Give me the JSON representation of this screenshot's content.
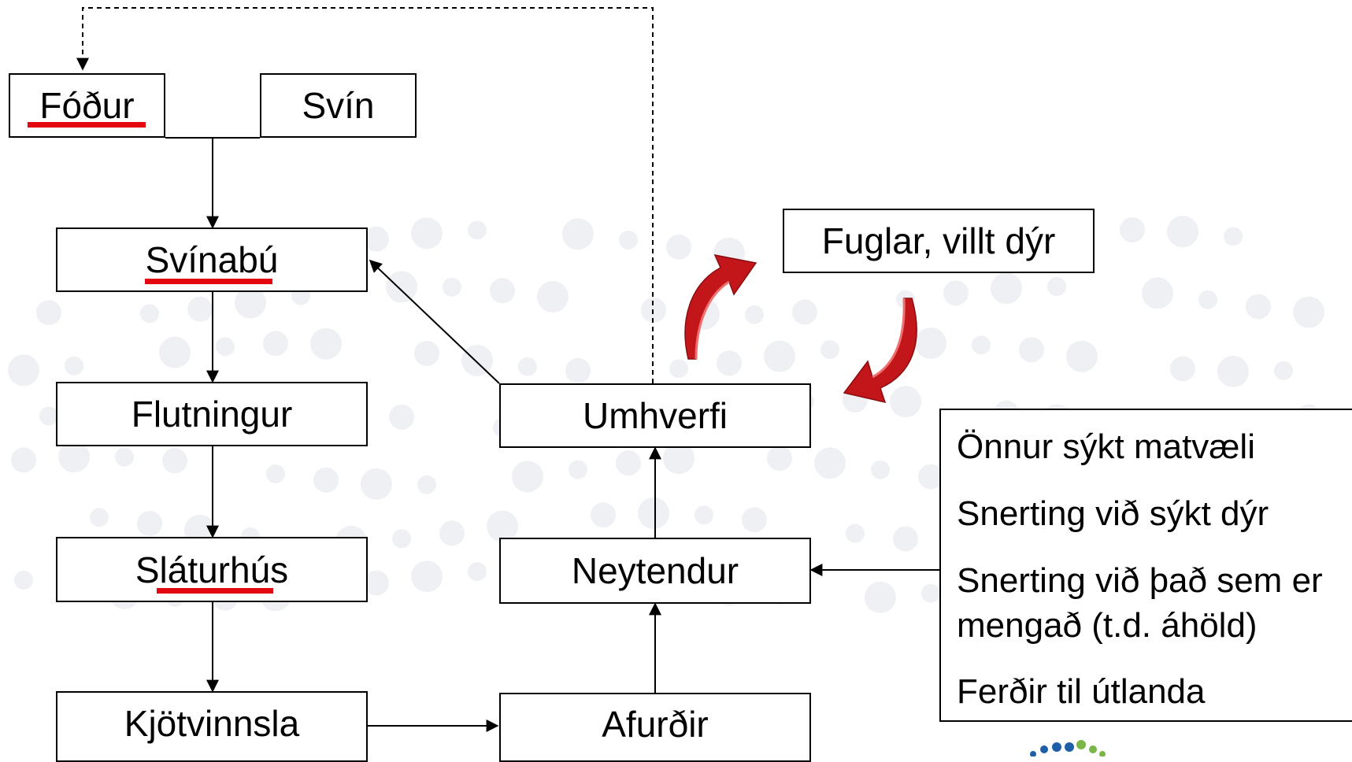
{
  "nodes": {
    "fodur": "Fóður",
    "svin": "Svín",
    "svinabu": "Svínabú",
    "flutningur": "Flutningur",
    "slaturhus": "Sláturhús",
    "kjotvinnsla": "Kjötvinnsla",
    "afurdir": "Afurðir",
    "neytendur": "Neytendur",
    "umhverfi": "Umhverfi",
    "fuglar": "Fuglar, villt dýr"
  },
  "sources": [
    "Önnur sýkt matvæli",
    "Snerting við sýkt dýr",
    "Snerting við það sem er mengað (t.d. áhöld)",
    "Ferðir til útlanda"
  ],
  "colors": {
    "underline": "#e3070f",
    "curved_arrow": "#c2161b",
    "background_dots": "#eef0f4"
  },
  "icons": {
    "curved_arrow_up": "curved-arrow-up-icon",
    "curved_arrow_down": "curved-arrow-down-icon",
    "logo": "dotted-logo"
  }
}
